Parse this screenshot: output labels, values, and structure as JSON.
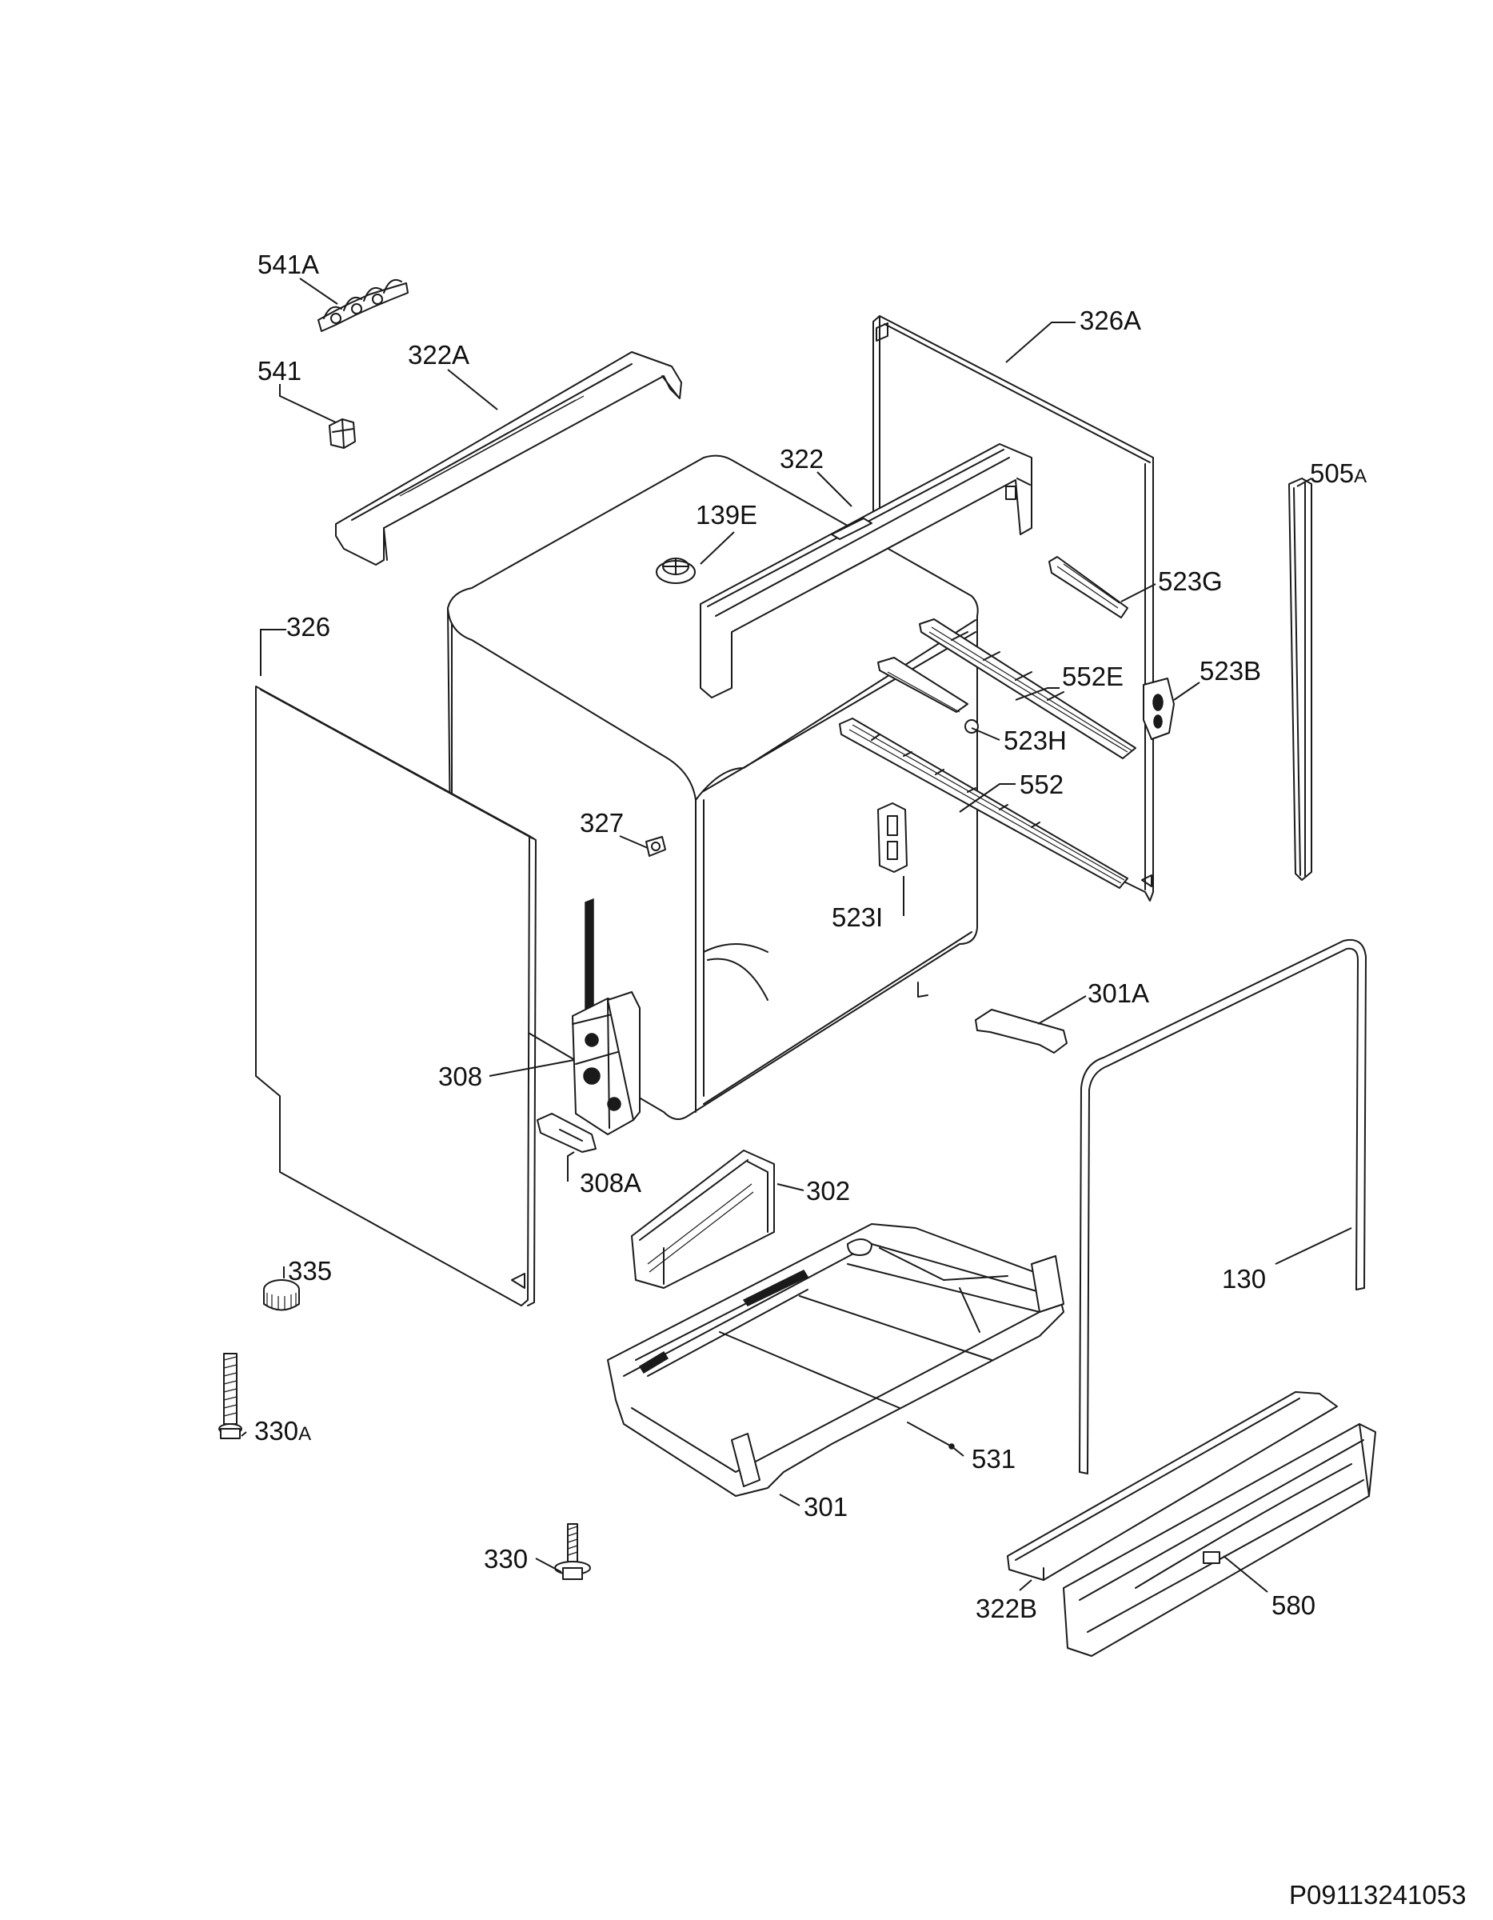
{
  "diagram": {
    "labels": {
      "l541A": "541A",
      "l541": "541",
      "l322A": "322A",
      "l326A": "326A",
      "l322": "322",
      "l139E": "139E",
      "l505A_num": "505",
      "l505A_sfx": "A",
      "l523G": "523G",
      "l326": "326",
      "l552E": "552E",
      "l523B": "523B",
      "l523H": "523H",
      "l552": "552",
      "l327": "327",
      "l523I": "523I",
      "l301A": "301A",
      "l308": "308",
      "l308A": "308A",
      "l302": "302",
      "l130": "130",
      "l335": "335",
      "l330A_num": "330",
      "l330A_sfx": "A",
      "l531": "531",
      "l301": "301",
      "l330": "330",
      "l322B": "322B",
      "l580": "580"
    },
    "drawing_code": "P09113241053"
  }
}
